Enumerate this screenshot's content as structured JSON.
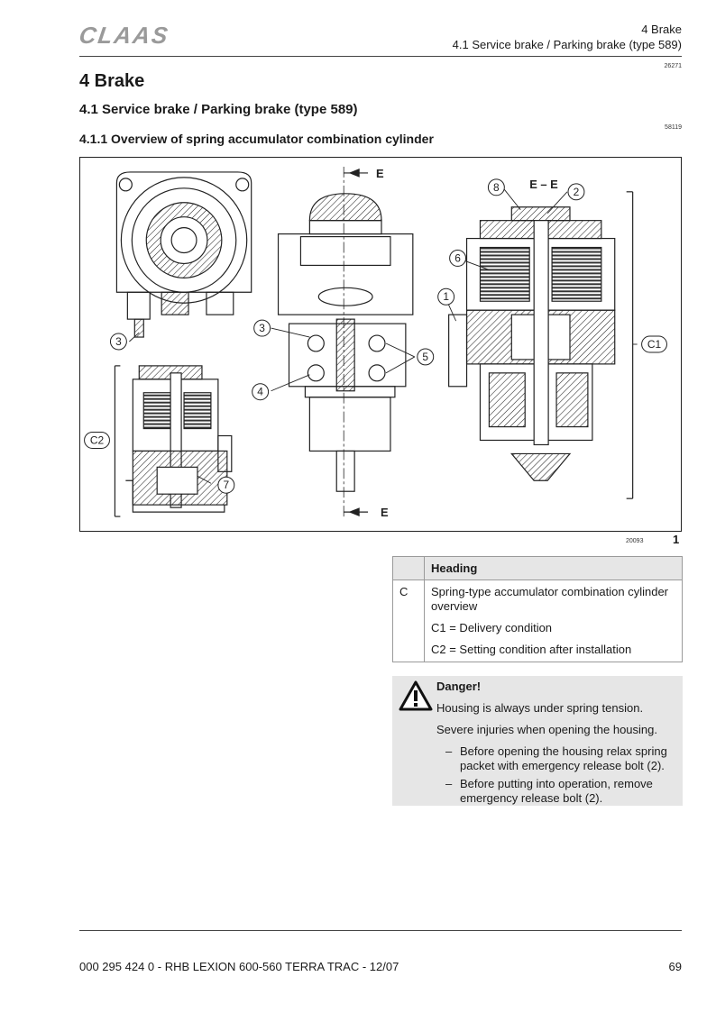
{
  "header": {
    "logo_text": "CLAAS",
    "chapter": "4 Brake",
    "section": "4.1 Service brake / Parking brake (type 589)",
    "doc_code_1": "26271"
  },
  "chapter_title": "4 Brake",
  "section_title": "4.1 Service brake / Parking brake (type 589)",
  "doc_code_2": "58119",
  "subsection_title": "4.1.1 Overview of spring accumulator combination cylinder",
  "figure": {
    "image_code": "20093",
    "figure_number": "1",
    "labels": {
      "ee_top": "E",
      "ee_bottom": "E",
      "section_ee": "E – E",
      "c1": "C1",
      "c2": "C2",
      "n1": "1",
      "n2": "2",
      "n3_left": "3",
      "n3_mid": "3",
      "n4": "4",
      "n5": "5",
      "n6": "6",
      "n7": "7",
      "n8": "8"
    }
  },
  "legend": {
    "heading": "Heading",
    "rows": [
      {
        "key": "C",
        "lines": [
          "Spring-type accumulator combination cylinder overview",
          "C1 = Delivery condition",
          "C2 = Setting condition after installation"
        ]
      }
    ]
  },
  "danger": {
    "title": "Danger!",
    "text1": "Housing is always under spring tension.",
    "text2": "Severe injuries when opening the housing.",
    "bullets": [
      "Before opening the housing relax spring packet with emergency release bolt (2).",
      "Before putting into operation, remove emergency release bolt (2)."
    ],
    "dash": "–"
  },
  "footer": {
    "doc": "000 295 424 0 - RHB LEXION 600-560 TERRA TRAC - 12/07",
    "page": "69"
  }
}
